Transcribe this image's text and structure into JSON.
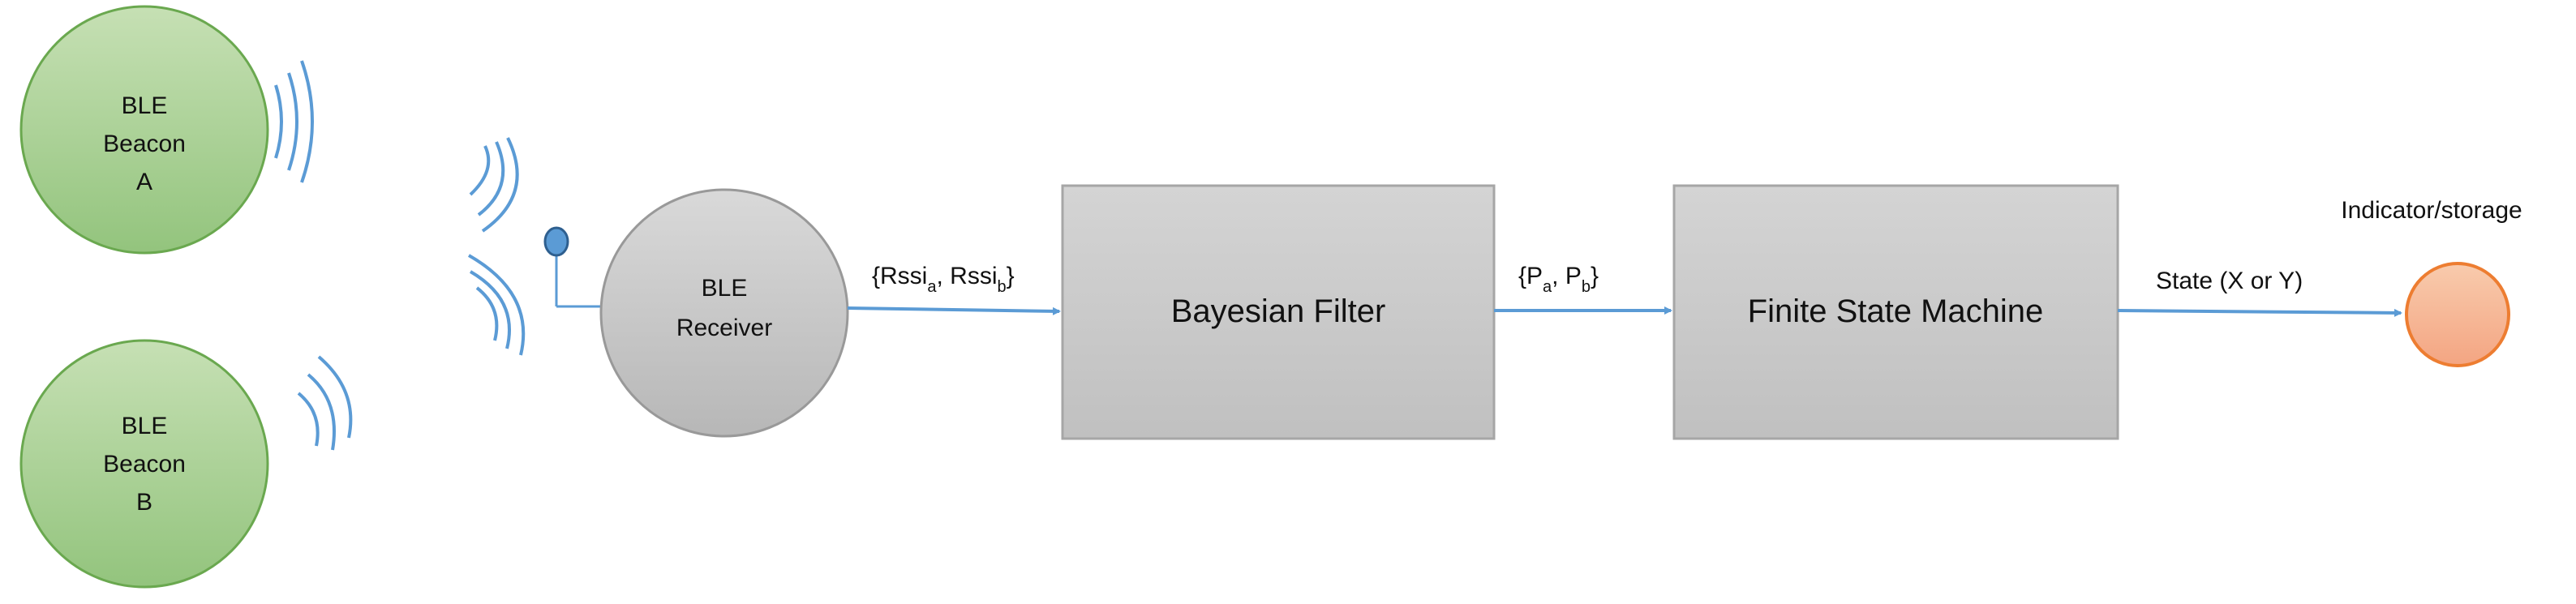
{
  "beacon_a": {
    "line1": "BLE",
    "line2": "Beacon",
    "line3": "A"
  },
  "beacon_b": {
    "line1": "BLE",
    "line2": "Beacon",
    "line3": "B"
  },
  "receiver": {
    "line1": "BLE",
    "line2": "Receiver"
  },
  "bayesian_filter": {
    "label": "Bayesian Filter"
  },
  "fsm": {
    "label": "Finite State Machine"
  },
  "indicator": {
    "label": "Indicator/storage"
  },
  "rssi_label": {
    "open": "{Rssi",
    "sub_a": "a",
    "sep": ", Rssi",
    "sub_b": "b",
    "close": "}"
  },
  "prob_label": {
    "open": "{P",
    "sub_a": "a",
    "sep": ", P",
    "sub_b": "b",
    "close": "}"
  },
  "state_label": {
    "text": "State (X or Y)"
  },
  "colors": {
    "beacon_fill_top": "#c6e0b4",
    "beacon_fill_bottom": "#93c47d",
    "beacon_stroke": "#6aa84f",
    "receiver_fill_top": "#d9d9d9",
    "receiver_fill_bottom": "#b7b7b7",
    "receiver_stroke": "#999999",
    "box_fill_top": "#d4d4d4",
    "box_fill_bottom": "#c0c0c0",
    "box_stroke": "#a6a6a6",
    "indicator_fill": "#f4a582",
    "indicator_stroke": "#ed7d31",
    "arrow": "#5b9bd5",
    "antenna": "#5b9bd5",
    "signal_waves": "#5b9bd5"
  }
}
